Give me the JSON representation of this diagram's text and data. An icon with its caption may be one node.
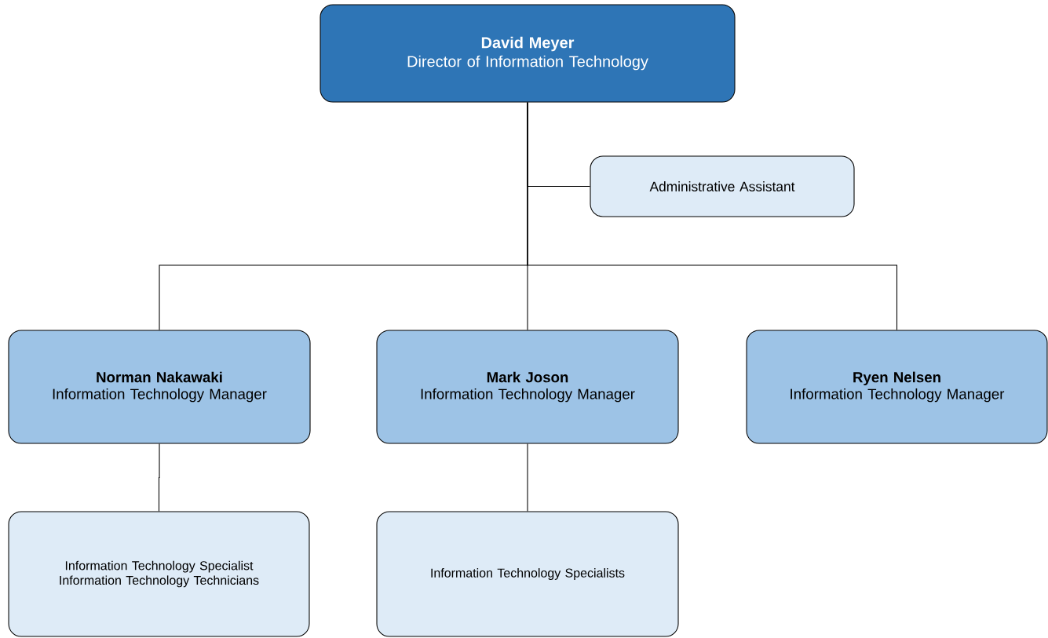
{
  "diagram": {
    "nodes": [
      {
        "text": [
          "David Meyer",
          "Director of Information Technology"
        ]
      },
      {
        "text": [
          "Administrative Assistant"
        ]
      },
      {
        "text": [
          "Norman Nakawaki",
          "Information Technology Manager"
        ]
      },
      {
        "text": [
          "Mark Joson",
          "Information Technology Manager"
        ]
      },
      {
        "text": [
          "Ryen Nelsen",
          "Information Technology Manager"
        ]
      },
      {
        "text": [
          "Information Technology Specialist",
          "Information Technology Technicians"
        ]
      },
      {
        "text": [
          "Information Technology Specialists"
        ]
      }
    ],
    "edges": [
      {
        "from": 0,
        "to": 1,
        "arrow": "none"
      },
      {
        "from": 0,
        "to": 2,
        "arrow": "none"
      },
      {
        "from": 0,
        "to": 3,
        "arrow": "none"
      },
      {
        "from": 0,
        "to": 4,
        "arrow": "none"
      },
      {
        "from": 2,
        "to": 5,
        "arrow": "none"
      },
      {
        "from": 3,
        "to": 6,
        "arrow": "none"
      }
    ]
  }
}
